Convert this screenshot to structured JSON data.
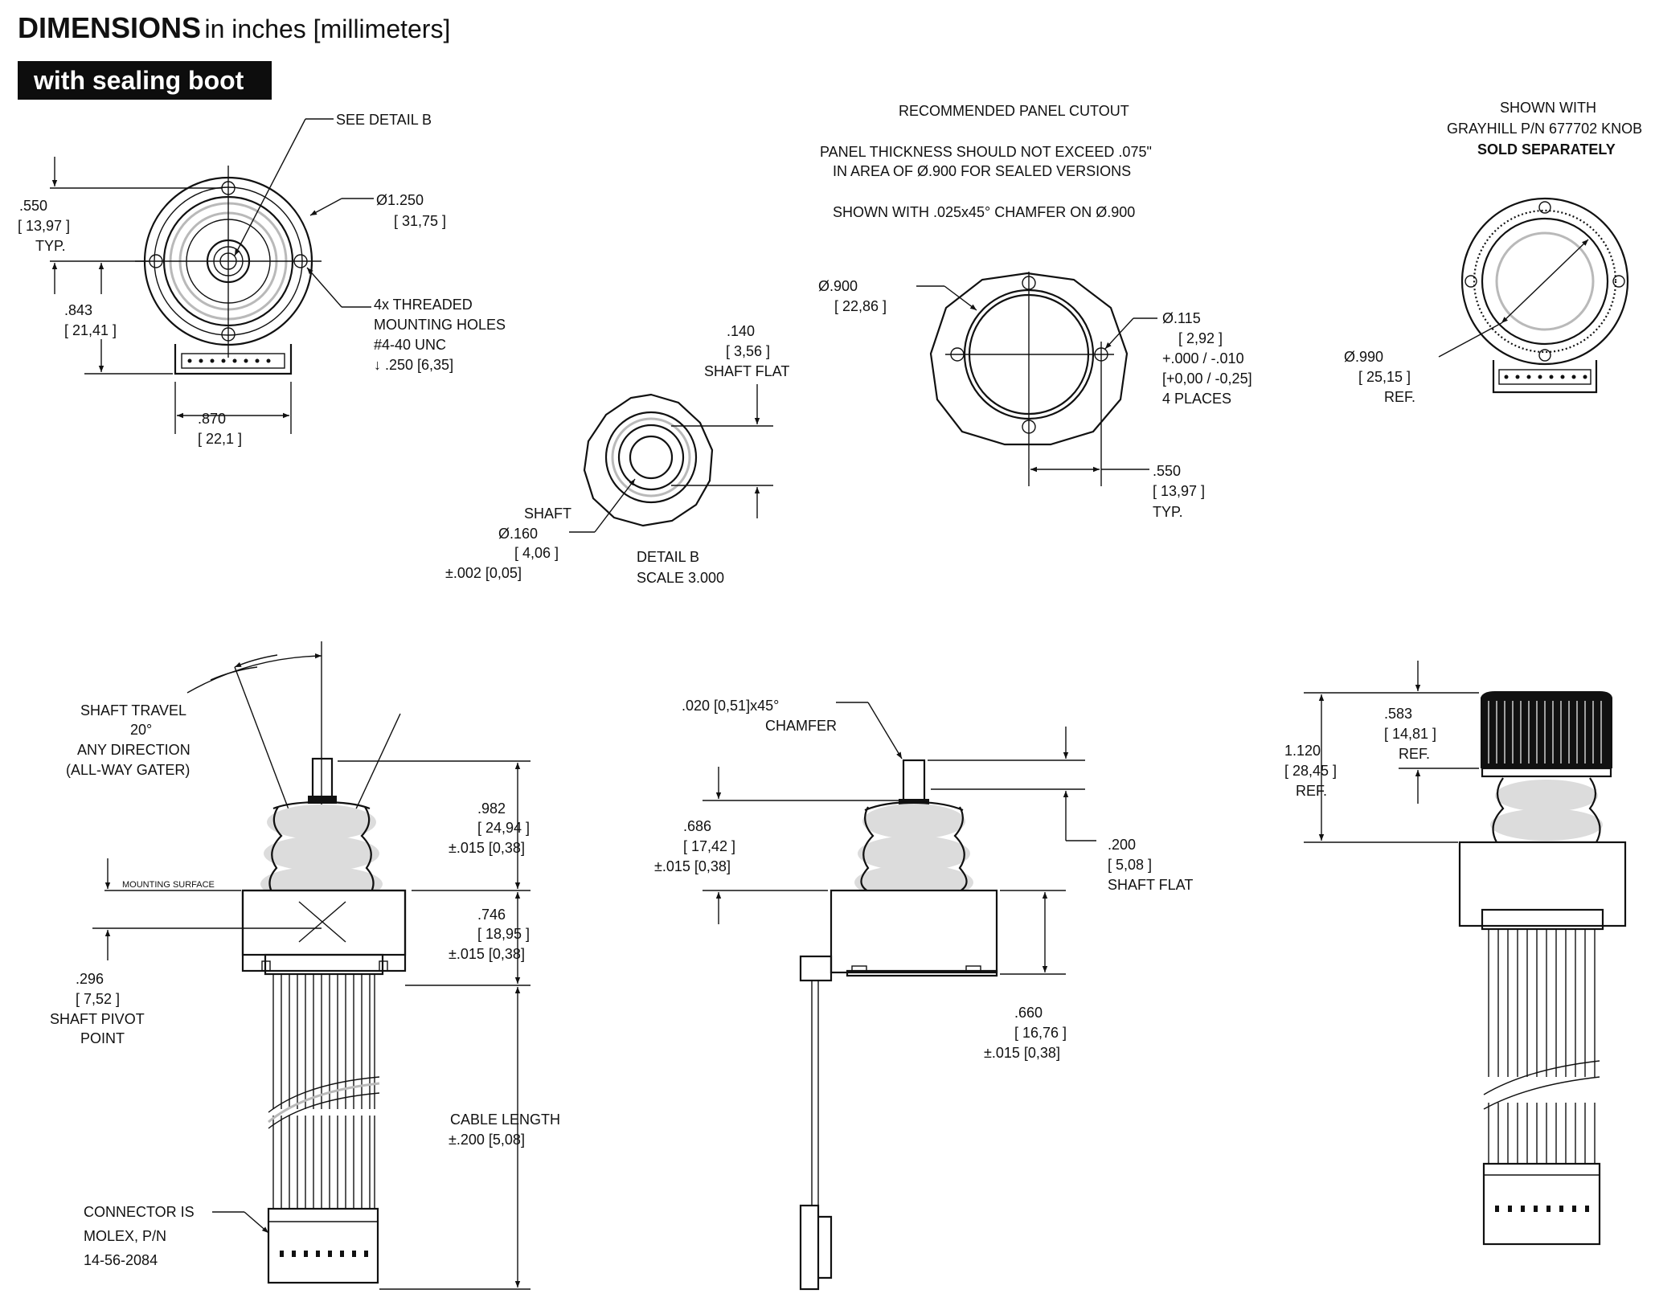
{
  "header": {
    "title": "DIMENSIONS",
    "subtitle": "in inches [millimeters]",
    "tag": "with sealing boot"
  },
  "front_view": {
    "see_detail": "SEE DETAIL  B",
    "dia_in": "Ø1.250",
    "dia_mm": "[  31,75    ]",
    "typ_in": ".550",
    "typ_mm": "[  13,97    ]",
    "typ_label": "TYP.",
    "h_in": ".843",
    "h_mm": "[  21,41    ]",
    "holes_1": "4x THREADED",
    "holes_2": "MOUNTING HOLES",
    "holes_3": "#4-40 UNC",
    "holes_4": "↓ .250 [6,35]",
    "w_in": ".870",
    "w_mm": "[  22,1    ]"
  },
  "detail_b": {
    "flat_in": ".140",
    "flat_mm": "[  3,56    ]",
    "flat_label": "SHAFT FLAT",
    "shaft_label": "SHAFT",
    "shaft_in": "Ø.160",
    "shaft_mm": "[  4,06    ]",
    "shaft_tol": "±.002 [0,05]",
    "title": "DETAIL  B",
    "scale": "SCALE  3.000"
  },
  "panel_cutout": {
    "title": "RECOMMENDED PANEL CUTOUT",
    "note_1": "PANEL THICKNESS SHOULD NOT EXCEED .075\"",
    "note_2": "IN AREA OF Ø.900 FOR SEALED VERSIONS",
    "note_3": "SHOWN WITH .025x45° CHAMFER ON Ø.900",
    "dia_in": "Ø.900",
    "dia_mm": "[  22,86    ]",
    "hole_in": "Ø.115",
    "hole_mm": "[  2,92    ]",
    "hole_tol_in": "+.000 / -.010",
    "hole_tol_mm": "[+0,00 / -0,25]",
    "hole_places": "4 PLACES",
    "spacing_in": ".550",
    "spacing_mm": "[  13,97    ]",
    "spacing_label": "TYP."
  },
  "knob_top": {
    "note_1": "SHOWN WITH",
    "note_2": "GRAYHILL P/N 677702 KNOB",
    "note_3": "SOLD SEPARATELY",
    "dia_in": "Ø.990",
    "dia_mm": "[  25,15    ]",
    "dia_ref": "REF."
  },
  "side_view": {
    "travel_1": "SHAFT TRAVEL",
    "travel_2": "20°",
    "travel_3": "ANY DIRECTION",
    "travel_4": "(ALL-WAY GATER)",
    "mounting_surface": "MOUNTING SURFACE",
    "h1_in": ".982",
    "h1_mm": "[  24,94    ]",
    "h1_tol": "±.015 [0,38]",
    "h2_in": ".746",
    "h2_mm": "[  18,95    ]",
    "h2_tol": "±.015 [0,38]",
    "pivot_in": ".296",
    "pivot_mm": "[  7,52    ]",
    "pivot_1": "SHAFT PIVOT",
    "pivot_2": "POINT",
    "cable_1": "CABLE LENGTH",
    "cable_2": "±.200 [5,08]",
    "conn_1": "CONNECTOR IS",
    "conn_2": "MOLEX, P/N",
    "conn_3": "14-56-2084"
  },
  "side_view_2": {
    "chamfer_1": ".020 [0,51]x45°",
    "chamfer_2": "CHAMFER",
    "h_in": ".686",
    "h_mm": "[  17,42    ]",
    "h_tol": "±.015 [0,38]",
    "flat_in": ".200",
    "flat_mm": "[  5,08    ]",
    "flat_label": "SHAFT FLAT",
    "body_in": ".660",
    "body_mm": "[  16,76    ]",
    "body_tol": "±.015 [0,38]"
  },
  "knob_side": {
    "total_in": "1.120",
    "total_mm": "[  28,45    ]",
    "total_ref": "REF.",
    "knob_in": ".583",
    "knob_mm": "[  14,81    ]",
    "knob_ref": "REF."
  }
}
